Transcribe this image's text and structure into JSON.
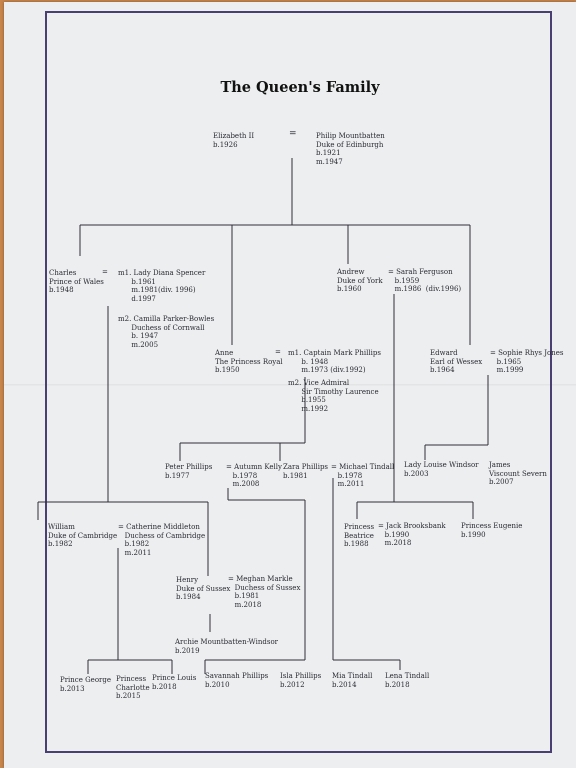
{
  "title": "The Queen's Family",
  "people": {
    "elizabeth": "Elizabeth II\nb.1926",
    "eq_main": "=",
    "philip": "Philip Mountbatten\nDuke of Edinburgh\nb.1921\nm.1947",
    "charles": "Charles\nPrince of Wales\nb.1948",
    "eq_charles": "=",
    "diana": "m1. Lady Diana Spencer\n      b.1961\n      m.1981(div. 1996)\n      d.1997",
    "camilla": "m2. Camilla Parker-Bowles\n      Duchess of Cornwall\n      b. 1947\n      m.2005",
    "andrew": "Andrew\nDuke of York\nb.1960",
    "sarah": "= Sarah Ferguson\n   b.1959\n   m.1986  (div.1996)",
    "anne": "Anne\nThe Princess Royal\nb.1950",
    "eq_anne": "=",
    "mark": "m1. Captain Mark Phillips\n      b. 1948\n      m.1973 (div.1992)",
    "timothy": "m2. Vice Admiral\n      Sir Timothy Laurence\n      b.1955\n      m.1992",
    "edward": "Edward\nEarl of Wessex\nb.1964",
    "sophie": "= Sophie Rhys Jones\n   b.1965\n   m.1999",
    "peter": "Peter Phillips\nb.1977",
    "autumn": "= Autumn Kelly\n   b.1978\n   m.2008",
    "zara": "Zara Phillips\nb.1981",
    "mike": "= Michael Tindall\n   b.1978\n   m.2011",
    "louise": "Lady Louise Windsor\nb.2003",
    "james": "James\nViscount Severn\nb.2007",
    "william": "William\nDuke of Cambridge\nb.1982",
    "catherine": "= Catherine Middleton\n   Duchess of Cambridge\n   b.1982\n   m.2011",
    "beatrice": "Princess\nBeatrice\nb.1988",
    "jack": "= Jack Brooksbank\n   b.1990\n   m.2018",
    "eugenie": "Princess Eugenie\nb.1990",
    "harry": "Henry\nDuke of Sussex\nb.1984",
    "meghan": "= Meghan Markle\n   Duchess of Sussex\n   b.1981\n   m.2018",
    "archie": "Archie Mountbatten-Windsor\nb.2019",
    "george": "Prince George\nb.2013",
    "charlotte": "Princess\nCharlotte\nb.2015",
    "louis": "Prince Louis\nb.2018",
    "savannah": "Savannah Phillips\nb.2010",
    "isla": "Isla Phillips\nb.2012",
    "mia": "Mia Tindall\nb.2014",
    "lena": "Lena Tindall\nb.2018"
  }
}
